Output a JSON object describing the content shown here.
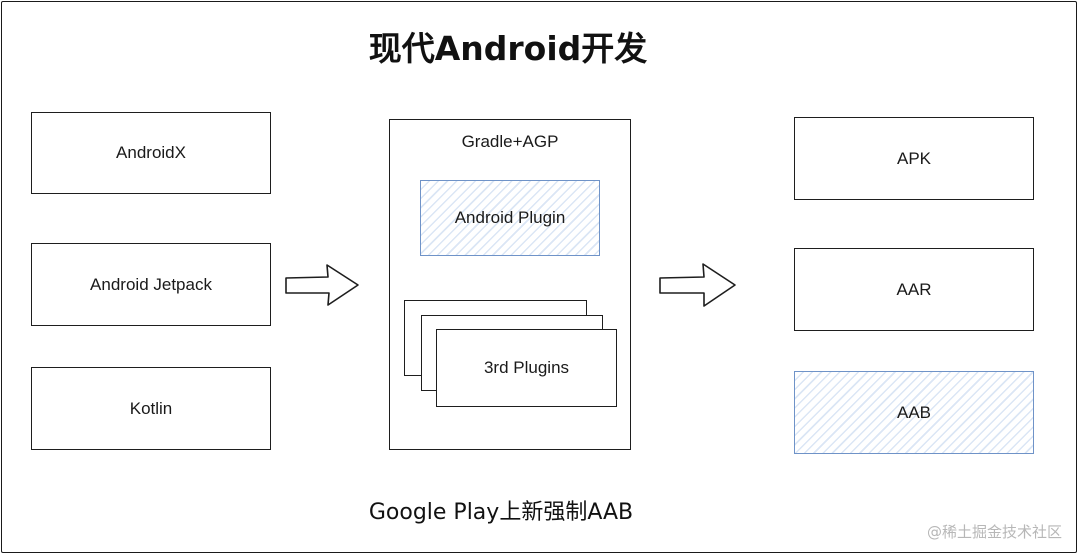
{
  "title": "现代Android开发",
  "inputs": [
    {
      "label": "AndroidX"
    },
    {
      "label": "Android Jetpack"
    },
    {
      "label": "Kotlin"
    }
  ],
  "build": {
    "label": "Gradle+AGP",
    "plugin": "Android Plugin",
    "third_party": "3rd Plugins"
  },
  "outputs": [
    {
      "label": "APK"
    },
    {
      "label": "AAR"
    },
    {
      "label": "AAB"
    }
  ],
  "caption": "Google Play上新强制AAB",
  "watermark": "@稀土掘金技术社区",
  "colors": {
    "stroke": "#1e1e1e",
    "hatch": "#6f93c8"
  }
}
